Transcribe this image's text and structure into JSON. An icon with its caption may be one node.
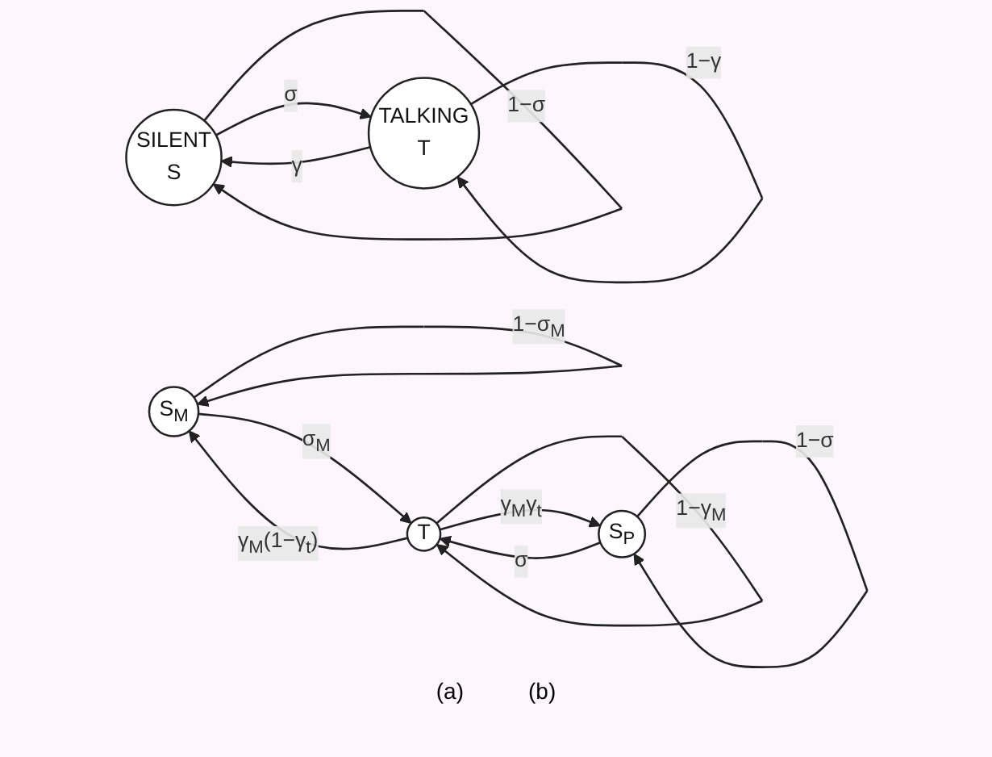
{
  "diagram": {
    "nodes": [
      {
        "text": [
          "SILENT",
          "S"
        ]
      },
      {
        "text": [
          "TALKING",
          "T"
        ]
      },
      {
        "text": [
          "S$_{M}$"
        ]
      },
      {
        "text": [
          "T"
        ]
      },
      {
        "text": [
          "S$_{P}$"
        ]
      }
    ],
    "edges": [
      {
        "from": 0,
        "to": 0,
        "arrow": "to",
        "label": "1−σ"
      },
      {
        "from": 0,
        "to": 1,
        "arrow": "to",
        "label": "σ"
      },
      {
        "from": 1,
        "to": 0,
        "arrow": "to",
        "label": "γ"
      },
      {
        "from": 1,
        "to": 1,
        "arrow": "to",
        "label": "1−γ"
      },
      {
        "from": 2,
        "to": 2,
        "arrow": "to",
        "label": "1−σ$_{M}$"
      },
      {
        "from": 2,
        "to": 3,
        "arrow": "to",
        "label": "σ$_{M}$"
      },
      {
        "from": 3,
        "to": 2,
        "arrow": "to",
        "label": "γ$_{M}$(1−γ$_{t}$)"
      },
      {
        "from": 3,
        "to": 4,
        "arrow": "to",
        "label": "γ$_{M}$γ$_{t}$"
      },
      {
        "from": 4,
        "to": 4,
        "arrow": "to",
        "label": "1−σ"
      },
      {
        "from": 4,
        "to": 3,
        "arrow": "to",
        "label": "σ"
      },
      {
        "from": 3,
        "to": 3,
        "arrow": "to",
        "label": "1−γ$_{M}$"
      }
    ],
    "labels": [
      "(a)",
      "(b)"
    ]
  }
}
